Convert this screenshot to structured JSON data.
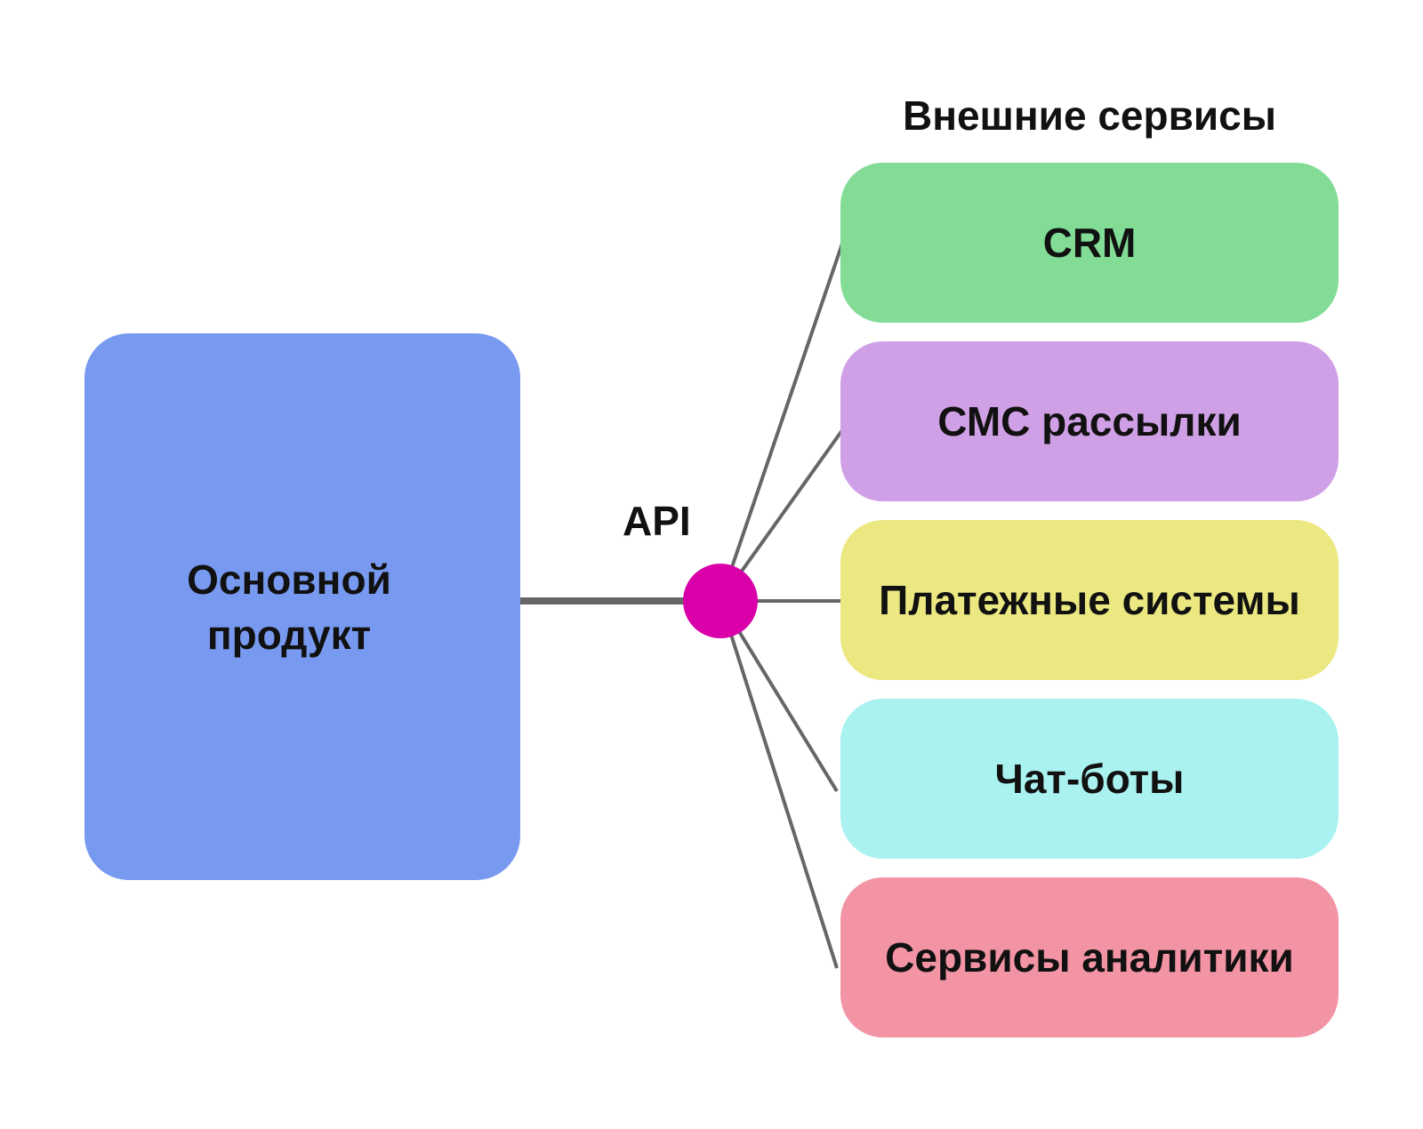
{
  "diagram": {
    "main_product": {
      "label": "Основной\nпродукт",
      "color": "#7799F0"
    },
    "hub": {
      "label": "API",
      "color": "#D900AA"
    },
    "connector_color": "#666666",
    "services_title": "Внешние сервисы",
    "services": [
      {
        "label": "CRM",
        "color": "#82DC96"
      },
      {
        "label": "СМС рассылки",
        "color": "#D0A0E6"
      },
      {
        "label": "Платежные системы",
        "color": "#EBE882"
      },
      {
        "label": "Чат-боты",
        "color": "#A9F2F0"
      },
      {
        "label": "Сервисы аналитики",
        "color": "#F294A4"
      }
    ]
  }
}
